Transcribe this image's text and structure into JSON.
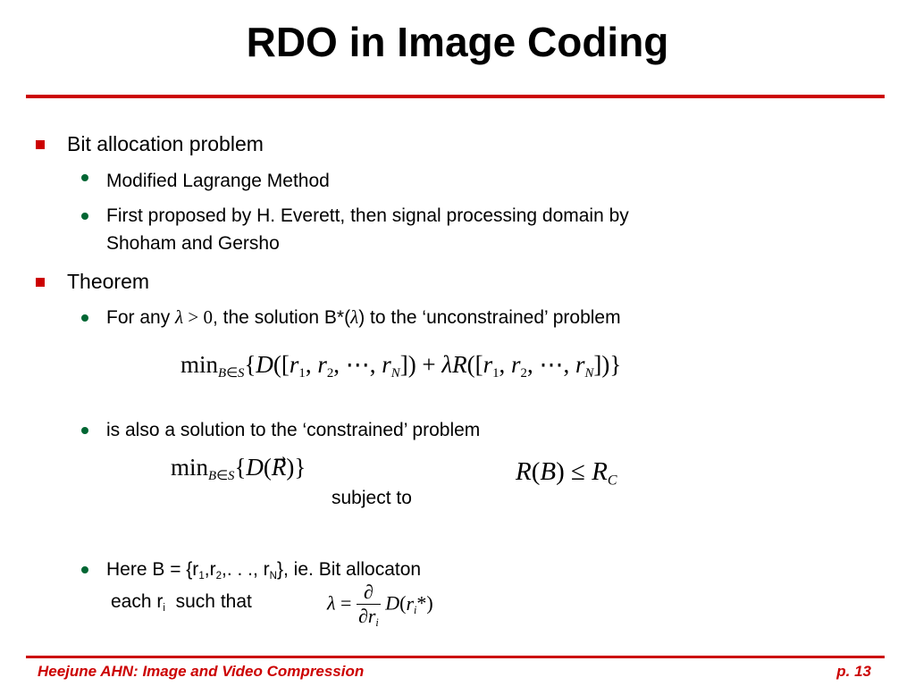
{
  "title": "RDO  in Image Coding",
  "sections": [
    {
      "label": "Bit allocation problem"
    },
    {
      "label": "Theorem"
    }
  ],
  "sub_items": {
    "modified_lagrange": "Modified Lagrange Method",
    "everett_line1": "First proposed by H. Everett, then signal processing domain by",
    "everett_line2": "Shoham and Gersho",
    "for_any_prefix": "For any",
    "for_any_suffix": ", the solution B*(",
    "for_any_end": ") to the ‘unconstrained’ problem",
    "also_solution": "is also a solution to the ‘constrained’ problem",
    "subject_to": "subject to",
    "here_b": "Here B = {r",
    "each_ri": "each r",
    "such_that": "such that"
  },
  "footer": {
    "left": "Heejune AHN: Image and Video Compression",
    "right": "p. 13"
  },
  "colors": {
    "accent_red": "#cc0000",
    "bullet_green": "#006633"
  }
}
